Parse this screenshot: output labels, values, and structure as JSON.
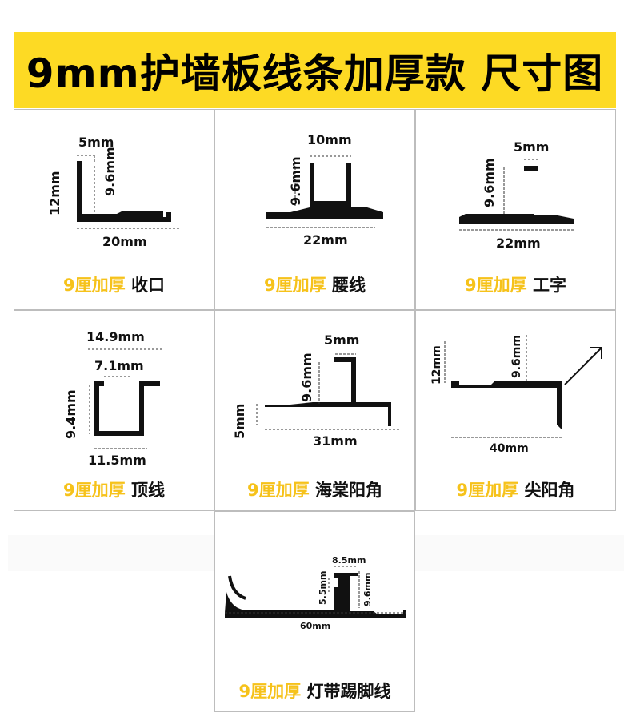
{
  "title": "9mm护墙板线条加厚款 尺寸图",
  "colors": {
    "banner": "#FDDA24",
    "highlight": "#F6C21A"
  },
  "cells": [
    {
      "prefix": "9厘加厚",
      "name": "收口",
      "dims": [
        "5mm",
        "12mm",
        "9.6mm",
        "20mm"
      ]
    },
    {
      "prefix": "9厘加厚",
      "name": "腰线",
      "dims": [
        "10mm",
        "9.6mm",
        "22mm"
      ]
    },
    {
      "prefix": "9厘加厚",
      "name": "工字",
      "dims": [
        "5mm",
        "9.6mm",
        "22mm"
      ]
    },
    {
      "prefix": "9厘加厚",
      "name": "顶线",
      "dims": [
        "14.9mm",
        "7.1mm",
        "9.4mm",
        "11.5mm"
      ]
    },
    {
      "prefix": "9厘加厚",
      "name": "海棠阳角",
      "dims": [
        "5mm",
        "9.6mm",
        "5mm",
        "31mm"
      ]
    },
    {
      "prefix": "9厘加厚",
      "name": "尖阳角",
      "dims": [
        "12mm",
        "9.6mm",
        "40mm"
      ]
    },
    {
      "prefix": "9厘加厚",
      "name": "灯带踢脚线",
      "dims": [
        "8.5mm",
        "5.5mm",
        "9.6mm",
        "60mm"
      ]
    }
  ]
}
